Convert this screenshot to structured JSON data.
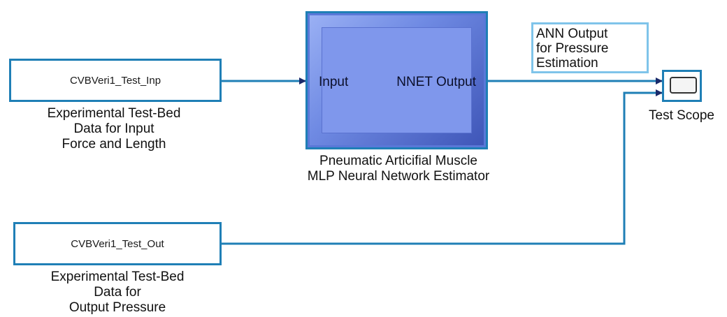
{
  "blocks": {
    "input_source": {
      "name": "CVBVeri1_Test_Inp",
      "caption": "Experimental Test-Bed\nData for Input\nForce and Length"
    },
    "output_source": {
      "name": "CVBVeri1_Test_Out",
      "caption": "Experimental Test-Bed\nData for\nOutput Pressure"
    },
    "nnet": {
      "input_port": "Input",
      "output_port": "NNET Output",
      "caption": "Pneumatic Articifial Muscle\nMLP Neural Network Estimator"
    },
    "scope": {
      "caption": "Test Scope"
    }
  },
  "annotation": "ANN Output\nfor Pressure\nEstimation",
  "colors": {
    "block_border": "#1f7fb6",
    "wire": "#1f7fb6",
    "nnet_fill": "#7f97ec",
    "annotation_border": "#7fc4ea"
  }
}
